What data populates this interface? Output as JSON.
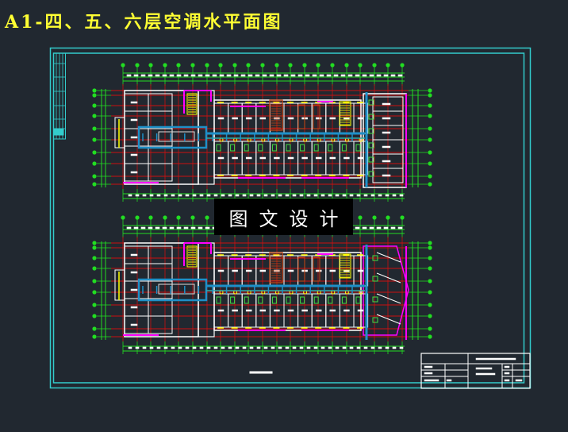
{
  "drawing": {
    "title": "A1-四、五、六层空调水平面图",
    "watermark": "图文设计",
    "colors": {
      "background": "#212830",
      "frame": "#33cccc",
      "grid_axis": "#cc1111",
      "dimension": "#22dd22",
      "wall": "#ffffff",
      "duct": "#1e90c8",
      "pipe": "#ff00ff",
      "equipment": "#ffff00",
      "stair": "#cc4411",
      "title_text": "#ffff33"
    },
    "plans": [
      "upper-floor-plan",
      "lower-floor-plan"
    ]
  }
}
